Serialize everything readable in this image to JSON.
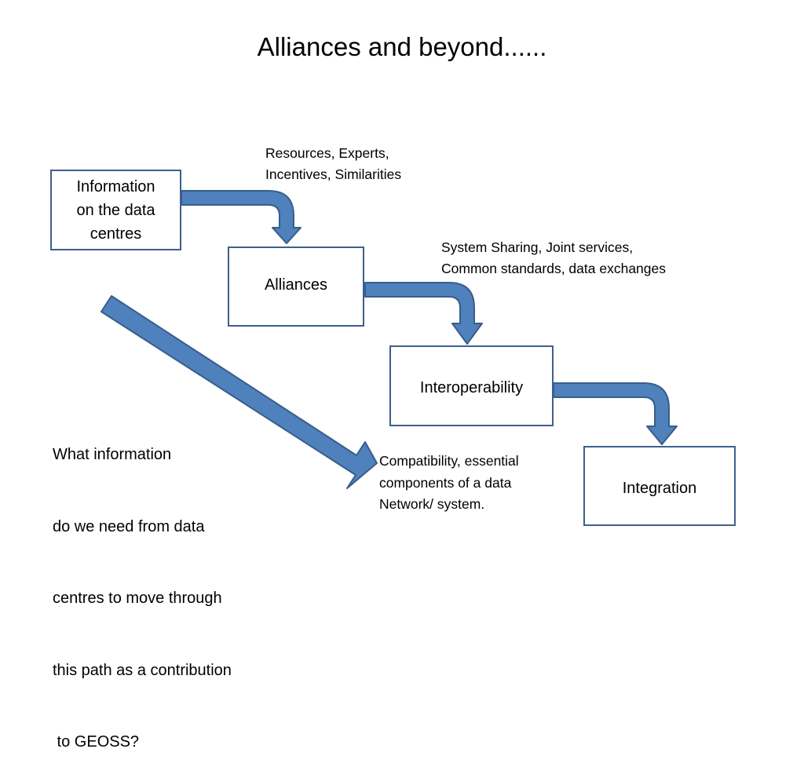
{
  "title": "Alliances and beyond......",
  "boxes": {
    "information_lines": [
      "Information",
      "on the data",
      "centres"
    ],
    "alliances": "Alliances",
    "interoperability": "Interoperability",
    "integration": "Integration"
  },
  "annotations": {
    "resources_lines": [
      "Resources, Experts,",
      "Incentives, Similarities"
    ],
    "sharing_lines": [
      "System Sharing, Joint services,",
      "Common standards, data exchanges"
    ],
    "compatibility_lines": [
      "Compatibility, essential",
      "components of a data",
      "Network/ system."
    ]
  },
  "question_lines": [
    "What information",
    "do we need from data",
    "centres to move through",
    "this path as a contribution",
    " to GEOSS?"
  ],
  "colors": {
    "arrow_fill": "#4f81bd",
    "arrow_stroke": "#385d8a",
    "box_border": "#3e5f8f"
  }
}
